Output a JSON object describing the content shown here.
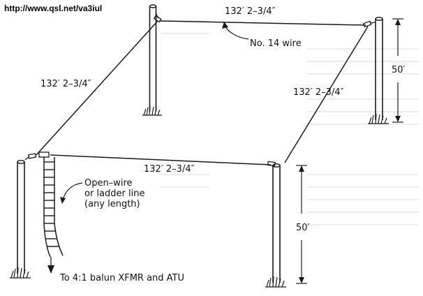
{
  "source_url": "http://www.qsl.net/va3iul",
  "labels": {
    "top_span": "132′ 2–3/4″",
    "left_span": "132′ 2–3/4″",
    "right_span": "132′ 2–3/4″",
    "front_span": "132′ 2–3/4″",
    "wire_callout": "No. 14 wire",
    "mast_height_back": "50′",
    "mast_height_front": "50′",
    "feedline_line1": "Open–wire",
    "feedline_line2": "or ladder line",
    "feedline_line3": "(any length)",
    "feedline_destination": "To 4:1 balun XFMR and ATU"
  },
  "colors": {
    "ink": "#1a1a1a",
    "background": "#ffffff"
  }
}
